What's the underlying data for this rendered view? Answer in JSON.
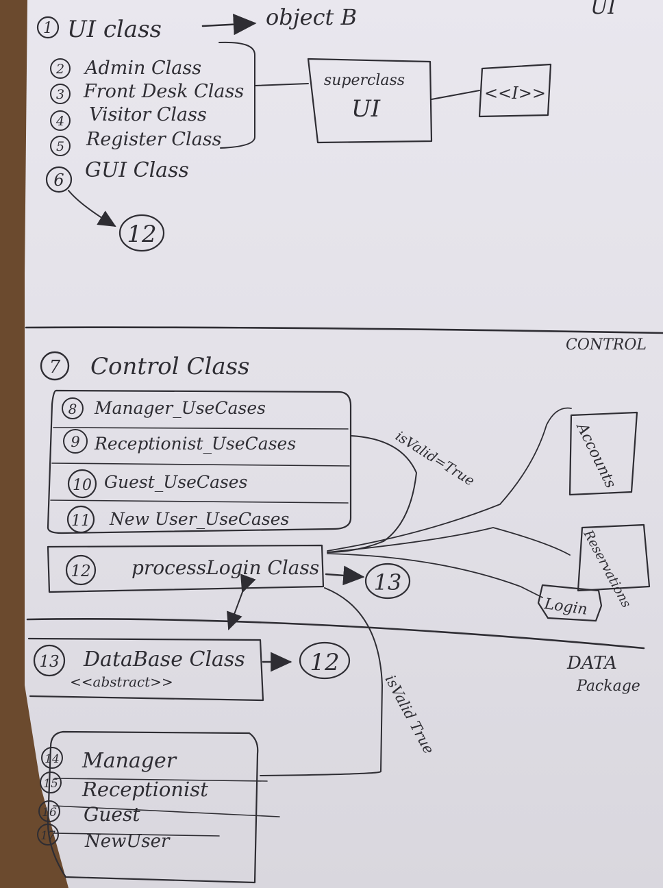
{
  "corner_labels": {
    "ui": "UI",
    "control": "CONTROL",
    "data_package": [
      "DATA",
      "Package"
    ]
  },
  "ui_section": {
    "heading_num": "1",
    "heading": "UI class",
    "heading_target": "object B",
    "classes": [
      {
        "num": "2",
        "label": "Admin Class"
      },
      {
        "num": "3",
        "label": "Front Desk Class"
      },
      {
        "num": "4",
        "label": "Visitor Class"
      },
      {
        "num": "5",
        "label": "Register Class"
      },
      {
        "num": "6",
        "label": "GUI Class"
      }
    ],
    "gui_target": "12",
    "superclass_box": [
      "superclass",
      "UI"
    ],
    "interface_box": "<<I>>"
  },
  "control_section": {
    "heading_num": "7",
    "heading": "Control Class",
    "use_cases": [
      {
        "num": "8",
        "label": "Manager_UseCases"
      },
      {
        "num": "9",
        "label": "Receptionist_UseCases"
      },
      {
        "num": "10",
        "label": "Guest_UseCases"
      },
      {
        "num": "11",
        "label": "New User_UseCases"
      }
    ],
    "process_login": {
      "num": "12",
      "label": "processLogin Class",
      "target": "13"
    },
    "isvalid_top": "isValid=True",
    "isvalid_bottom": "isValid True",
    "data_boxes": [
      "Accounts",
      "Reservations",
      "Login"
    ]
  },
  "data_section": {
    "database": {
      "num": "13",
      "label": "DataBase Class",
      "stereotype": "<<abstract>>",
      "target": "12"
    },
    "entities": [
      {
        "num": "14",
        "label": "Manager"
      },
      {
        "num": "15",
        "label": "Receptionist"
      },
      {
        "num": "16",
        "label": "Guest"
      },
      {
        "num": "17",
        "label": "NewUser"
      }
    ]
  }
}
